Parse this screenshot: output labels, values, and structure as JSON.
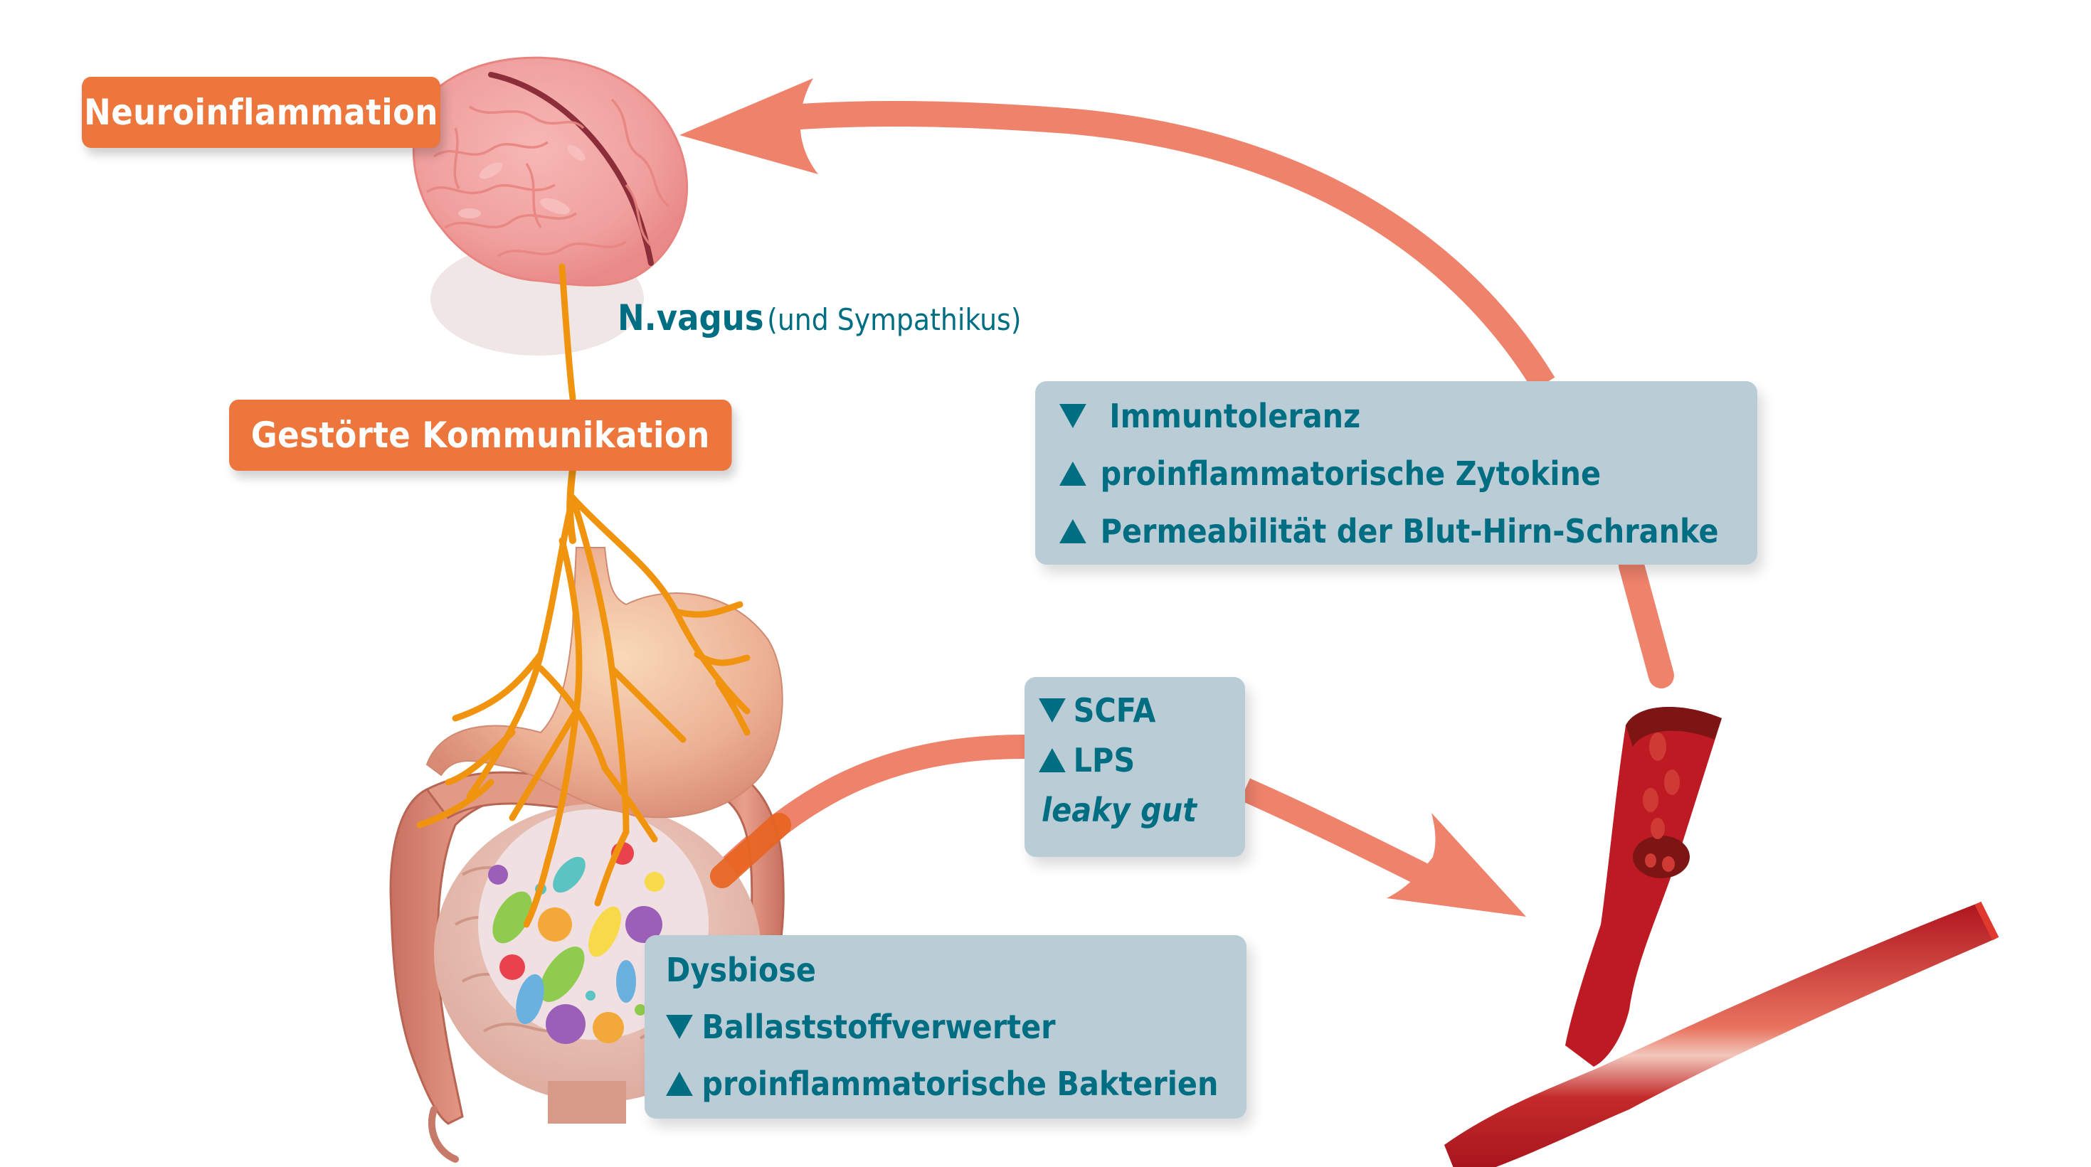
{
  "colors": {
    "label_orange": "#EC763B",
    "box_background": "#BACDD7",
    "text_teal": "#006E82",
    "arrow_coral": "#EE826B",
    "nerve_orange": "#F0940F",
    "vessel_red": "#BE1A24",
    "brain_pink": "#F0A0A0"
  },
  "labels": {
    "neuroinflammation": "Neuroinflammation",
    "disturbed_communication": "Gestörte Kommunikation",
    "nerve_bold": "N.vagus",
    "nerve_regular": "(und Sympathikus)"
  },
  "brain_box": {
    "items": [
      {
        "direction": "down",
        "icon": "down-triangle-icon",
        "text": "Immuntoleranz"
      },
      {
        "direction": "up",
        "icon": "up-triangle-icon",
        "text": "proinflammatorische Zytokine"
      },
      {
        "direction": "up",
        "icon": "up-triangle-icon",
        "text": "Permeabilität der Blut-Hirn-Schranke"
      }
    ]
  },
  "gut_barrier_box": {
    "items": [
      {
        "direction": "down",
        "icon": "down-triangle-icon",
        "text": "SCFA"
      },
      {
        "direction": "up",
        "icon": "up-triangle-icon",
        "text": "LPS"
      },
      {
        "direction": "none",
        "icon": "",
        "text": "leaky gut",
        "italic": true
      }
    ]
  },
  "dysbiosis_box": {
    "title": "Dysbiose",
    "items": [
      {
        "direction": "down",
        "icon": "down-triangle-icon",
        "text": "Ballaststoffverwerter"
      },
      {
        "direction": "up",
        "icon": "up-triangle-icon",
        "text": "proinflammatorische Bakterien"
      }
    ]
  },
  "illustrations": {
    "brain": "brain-illustration",
    "gut": "gut-illustration",
    "microbiome": "microbiome-circle",
    "blood_vessel": "blood-vessel-illustration"
  }
}
